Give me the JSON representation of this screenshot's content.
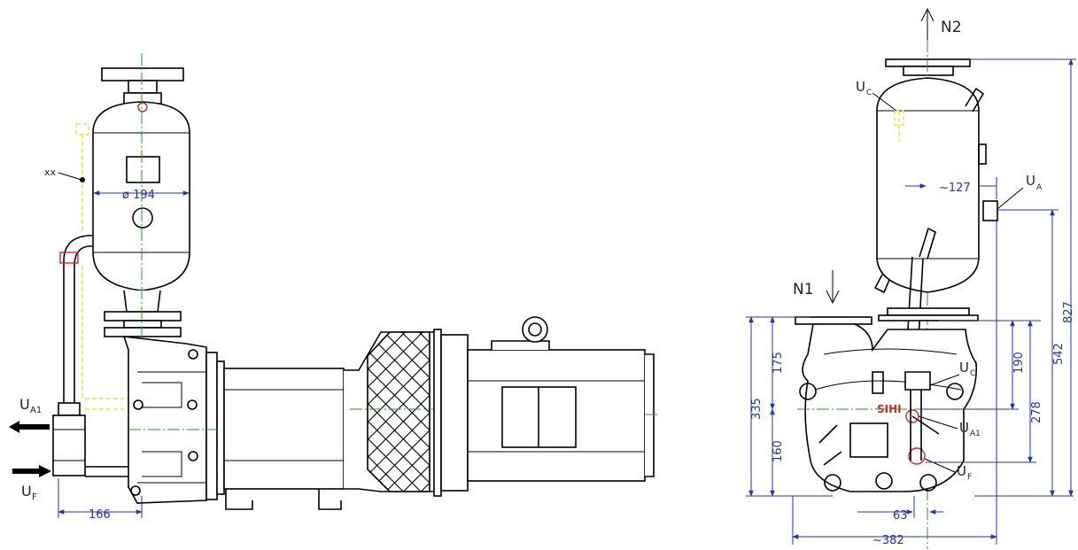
{
  "labels": {
    "ua1_left": "U",
    "ua1_left_sub": "A1",
    "uf_left": "U",
    "uf_left_sub": "F",
    "note_marker": "xx",
    "n2": "N2",
    "n1": "N1",
    "uc_top": "U",
    "uc_top_sub": "C",
    "uc_mid": "U",
    "uc_mid_sub": "C",
    "ua": "U",
    "ua_sub": "A",
    "ua1_right": "U",
    "ua1_right_sub": "A1",
    "uf_right": "U",
    "uf_right_sub": "F",
    "brand": "SIHI"
  },
  "dimensions": {
    "diameter_vessel": "ø 194",
    "width_166": "166",
    "h_335": "335",
    "h_175": "175",
    "h_160": "160",
    "w_127": "~127",
    "h_190": "190",
    "h_278": "278",
    "h_542": "542",
    "h_827": "827",
    "w_63": "63",
    "w_382": "~382"
  },
  "colors": {
    "outline": "#000000",
    "centerline": "#1f9e1f",
    "dimension": "#2233bb",
    "piping": "#e8e000",
    "accent": "#dd2222"
  }
}
